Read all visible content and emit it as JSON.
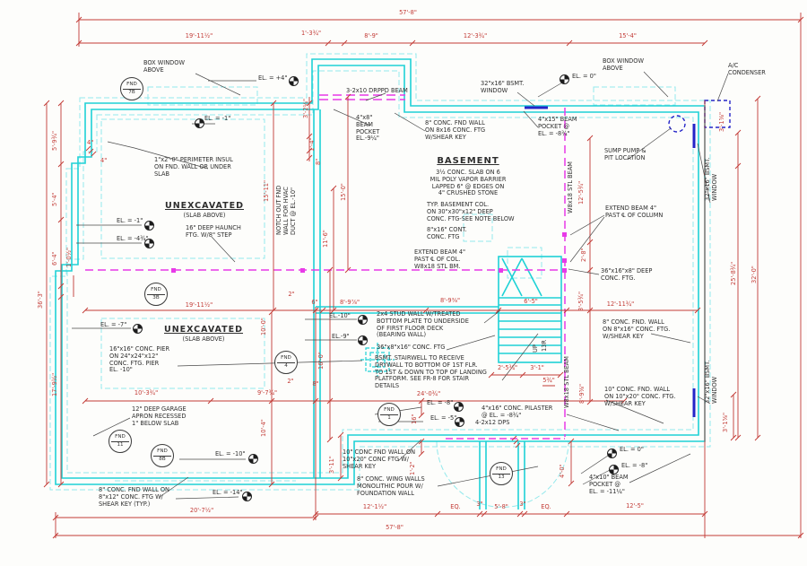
{
  "meta": {
    "drawing_type": "basement foundation plan"
  },
  "colors": {
    "wall": "#1fd2d6",
    "wall_light": "#93e9ec",
    "dimension": "#c23a35",
    "beam": "#e83ae8",
    "window": "#2525c8",
    "annotation": "#333333"
  },
  "rooms": {
    "basement": "BASEMENT",
    "unexcavated_upper": "UNEXCAVATED",
    "slab_above_upper": "(SLAB ABOVE)",
    "unexcavated_lower": "UNEXCAVATED",
    "slab_above_lower": "(SLAB ABOVE)"
  },
  "dims": {
    "top_overall": "57'-8\"",
    "top_19_11": "19'-11½\"",
    "top_1_3": "1'-3¾\"",
    "top_8_9": "8'-9\"",
    "top_12_3": "12'-3¾\"",
    "top_15_4": "15'-4\"",
    "bottom_garage": "20'-7½\"",
    "bottom_12_1": "12'-1½\"",
    "eq1": "EQ.",
    "three_a": "3\"",
    "bottom_5_8": "5'-8\"",
    "three_b": "3\"",
    "eq2": "EQ.",
    "bottom_12_5": "12'-5\"",
    "bottom_overall": "57'-8\"",
    "mid_24": "24'-0¾\"",
    "mid_19_11": "19'-11½\"",
    "mid_10_3": "10'-3¾\"",
    "mid_9_7": "9'-7¾\"",
    "two_a": "2\"",
    "six_a": "6\"",
    "two_b": "2\"",
    "eight_b": "8\"",
    "mid_8_9a": "8'-9⅞\"",
    "mid_8_9b": "8'-9⅜\"",
    "mid_6_5": "6'-5\"",
    "mid_12_11": "12'-11¾\"",
    "stair_2_5": "2'-5¾\"",
    "stair_3_1": "3'-1\"",
    "stair_5": "5¾\"",
    "four_a": "4\"",
    "four_b": "4\"",
    "left_5_9": "5'-9¾\"",
    "left_5_4": "5'-4\"",
    "left_6_4": "6'-4\"",
    "left_1_0": "1'-0½\"",
    "left_overall": "36'-3\"",
    "left_17_9": "17'-9½\"",
    "v_15_11": "15'-11\"",
    "v_11_6": "11'-6\"",
    "v_15_0": "15'-0\"",
    "v_3_2": "3'-2¼\"",
    "v_1_4": "1'-4\"",
    "v_8": "8\"",
    "v_16_0": "16'-0\"",
    "v_10_0": "10'-0\"",
    "v_10_4": "10'-4\"",
    "v_3_11": "3'-11\"",
    "v_1_2": "1'-2\"",
    "v_16": "16\"",
    "v_4_0": "4'-0\"",
    "v_12_5": "12'-5¾\"",
    "v_2_8": "2'-8\"",
    "v_3_5": "3'-5¾\"",
    "v_8_9": "8'-9⅝\"",
    "right_25_8": "25'-8¾\"",
    "right_32_0": "32'-0\"",
    "right_3_1a": "3'-1⅝\"",
    "right_3_1b": "3'-1⅝\""
  },
  "elevations": {
    "plus4": "EL. = +4\"",
    "zero_top": "EL. = 0\"",
    "minus1_top": "EL. = -1\"",
    "minus1_left": "EL. = -1\"",
    "minus4_left": "EL. = -4¾\"",
    "minus7": "EL. = -7\"",
    "minus10_mid": "EL.-10\"",
    "minus9_mid": "EL.-9\"",
    "minus8_mid": "EL. = -8\"",
    "minus5_mid": "EL. = -5\"",
    "zero_right": "EL. = 0\"",
    "minus8_right": "EL. = -8\"",
    "minus10_garage": "EL. = -10\"",
    "minus14_garage": "EL. = -14\""
  },
  "fnd": {
    "word": "FND",
    "f7b": "7B",
    "f3b": "3B",
    "f4": "4",
    "f11": "11",
    "f8b": "8B",
    "f1": "1",
    "f13": "13"
  },
  "stairs": {
    "up": "UP",
    "risers": "13R"
  },
  "notes": {
    "box_window_left": "BOX WINDOW\nABOVE",
    "box_window_right": "BOX WINDOW\nABOVE",
    "ac_condenser": "A/C\nCONDENSER",
    "dropped_beam": "3-2x10 DRPPD BEAM",
    "beam_pocket_4x8": "4\"x8\"\nBEAM\nPOCKET\nEL.-9¼\"",
    "fnd_wall_8_top": "8\" CONC. FND WALL\nON 8x16 CONC. FTG\nW/SHEAR KEY",
    "bsmt_window_top": "32\"x16\" BSMT.\nWINDOW",
    "beam_pocket_4x15": "4\"x15\" BEAM\nPOCKET @\nEL. = -8¾\"",
    "slab_note": "3½ CONC. SLAB ON 6\nMIL POLY VAPOR BARRIER\nLAPPED 6\" @ EDGES ON\n4\" CRUSHED STONE",
    "typ_col": "TYP. BASEMENT COL.\nON 30\"x30\"x12\" DEEP\nCONC. FTG-SEE NOTE BELOW",
    "cont_ftg": "8\"x16\" CONT.\nCONC. FTG",
    "extend_beam_col": "EXTEND BEAM 4\"\nPAST ℄ OF COL.\nW8x18 STL BM.",
    "extend_beam_column": "EXTEND BEAM 4\"\nPAST ℄ OF COLUMN",
    "deep_ftg_36": "36\"x16\"x8\" DEEP\nCONC. FTG.",
    "fnd_wall_8_right": "8\" CONC. FND. WALL\nON 8\"x16\" CONC. FTG.\nW/SHEAR KEY",
    "sump_pump": "SUMP PUMP &\nPIT LOCATION",
    "perimeter_insul": "1\"x2'-0\" PERIMETER INSUL\nON FND. WALL OR UNDER\nSLAB",
    "haunch": "16\" DEEP HAUNCH\nFTG. W/8\" STEP",
    "notch_hvac": "NOTCH OUT FND\nWALL FOR HVAC\nDUCT @ EL.-10\"",
    "pier": "16\"x16\" CONC. PIER\nON 24\"x24\"x12\"\nCONC. FTG. PIER\nEL. -10\"",
    "garage_apron": "12\" DEEP GARAGE\nAPRON RECESSED\n1\" BELOW SLAB",
    "fnd_wall_typ": "8\" CONC. FND WALL ON\n8\"x12\" CONC. FTG W/\nSHEAR KEY (TYP.)",
    "stud_wall": "2x4 STUD WALL W/TREATED\nBOTTOM PLATE TO UNDERSIDE\nOF FIRST FLOOR DECK\n(BEARING WALL)",
    "ftg_36x8x16": "36\"x8\"x16\" CONC. FTG",
    "stairwell": "BSMT. STAIRWELL TO RECEIVE\nDRYWALL TO BOTTOM OF 1ST FLR.\nTO 1ST & DOWN TO TOP OF LANDING\nPLATFORM. SEE FR-8 FOR STAIR\nDETAILS",
    "fnd_wall_10_left": "10\" CONC FND WALL ON\n10\"x20\" CONC FTG W/\nSHEAR KEY",
    "wing_walls": "8\" CONC. WING WALLS\nMONOLITHIC POUR W/\nFOUNDATION WALL",
    "pilaster": "4\"x16\" CONC. PILASTER\n@ EL. = -8¾\"",
    "dps": "4-2x12 DPS",
    "fnd_wall_10_right": "10\" CONC. FND. WALL\nON 10\"x20\" CONC. FTG.\nW/SHEAR KEY",
    "beam_pocket_4x10": "4\"x10\" BEAM\nPOCKET @\nEL. = -11¼\"",
    "bsmt_window_right_upper": "32\"x16\" BSMT.\nWINDOW",
    "bsmt_window_right_lower": "32\"x16\" BSMT.\nWINDOW",
    "stl_beam_v1": "W8x18 STL BEAM",
    "stl_beam_v2": "W8x18 STL BEAM"
  }
}
